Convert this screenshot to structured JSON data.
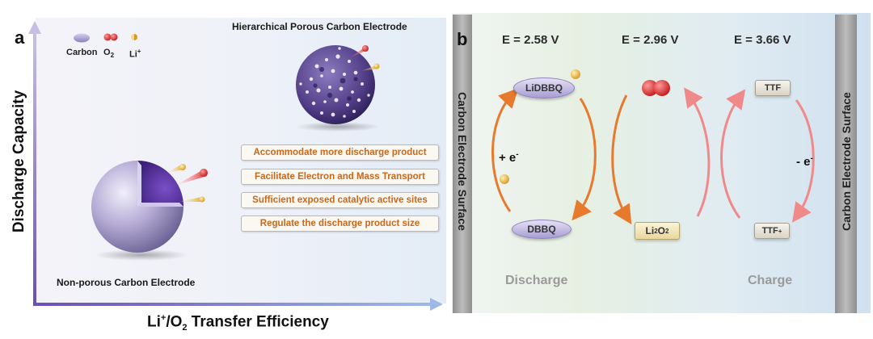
{
  "panel_a": {
    "letter": "a",
    "y_axis_title": "Discharge Capacity",
    "x_axis_title_prefix": "Li",
    "x_axis_title_sup": "+",
    "x_axis_title_mid": "/O",
    "x_axis_title_sub": "2",
    "x_axis_title_suffix": " Transfer Efficiency",
    "legend": {
      "carbon": "Carbon",
      "o2_main": "O",
      "o2_sub": "2",
      "li_main": "Li",
      "li_sup": "+"
    },
    "porous_title": "Hierarchical Porous Carbon Electrode",
    "nonporous_title": "Non-porous Carbon Electrode",
    "features": [
      "Accommodate more discharge product",
      "Facilitate Electron and Mass Transport",
      "Sufficient exposed catalytic active sites",
      "Regulate the discharge product size"
    ],
    "colors": {
      "feature_text": "#c8681d",
      "carbon": "#9a8fc6",
      "o2": "#d62b2b",
      "li": "#e8b53a",
      "axis": "#6b4fb5"
    }
  },
  "panel_b": {
    "letter": "b",
    "left_wall": "Carbon Electrode Surface",
    "right_wall": "Carbon Electrode Surface",
    "energies": [
      "E = 2.58 V",
      "E = 2.96 V",
      "E = 3.66 V"
    ],
    "chips": {
      "lidbbq": "LiDBBQ",
      "dbbq": "DBBQ",
      "ttf": "TTF",
      "ttf_plus_main": "TTF",
      "ttf_plus_sup": "+",
      "li2o2_a": "Li",
      "li2o2_b": "2",
      "li2o2_c": "O",
      "li2o2_d": "2"
    },
    "plus_e_main": "+ e",
    "plus_e_sup": "-",
    "minus_e_main": "- e",
    "minus_e_sup": "-",
    "stages": [
      "Discharge",
      "Charge"
    ],
    "colors": {
      "discharge_arrow": "#e87a2e",
      "charge_arrow": "#f08a8a",
      "wall": "#a9a9a9"
    }
  }
}
